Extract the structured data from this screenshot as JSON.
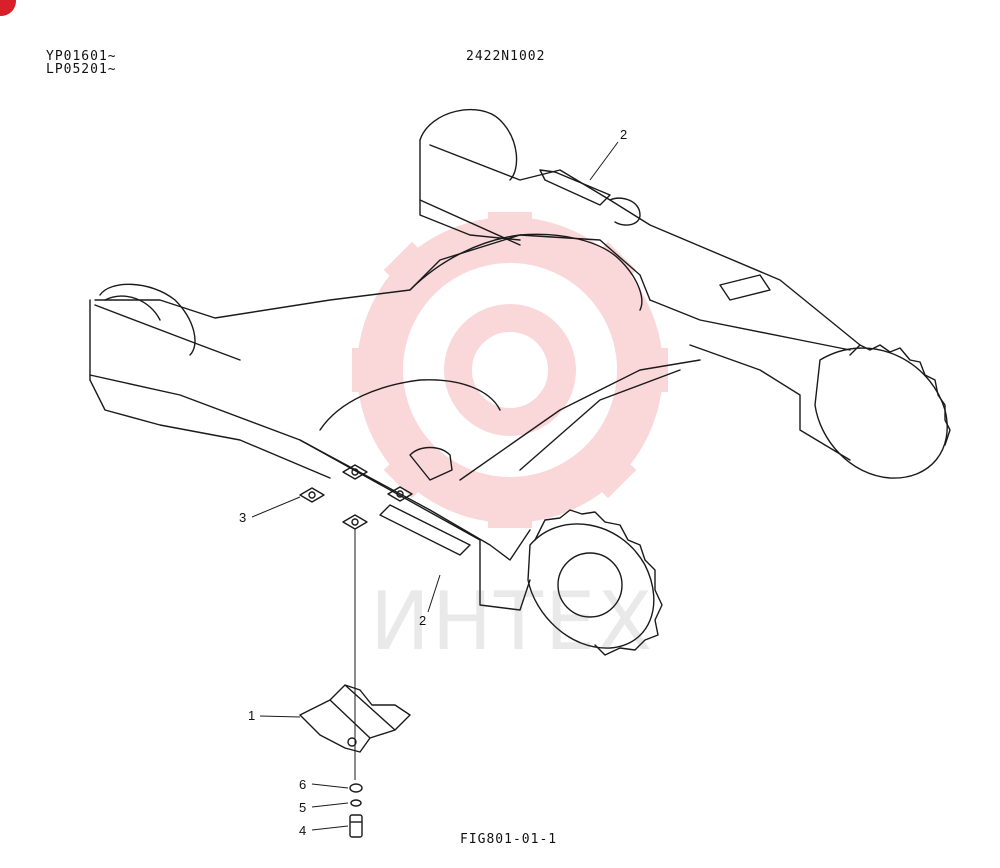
{
  "header": {
    "serial_line_1": "YP01601~",
    "serial_line_2": "LP05201~",
    "part_number": "2422N1002"
  },
  "figure_caption": "FIG801-01-1",
  "callouts": {
    "c1": "1",
    "c2_top": "2",
    "c2_bottom": "2",
    "c3": "3",
    "c4": "4",
    "c5": "5",
    "c6": "6"
  },
  "watermark": {
    "text": "ИНТЕХ",
    "color": "#e8303a"
  },
  "colors": {
    "line": "#1a1a1a",
    "corner_badge": "#d8202a"
  }
}
